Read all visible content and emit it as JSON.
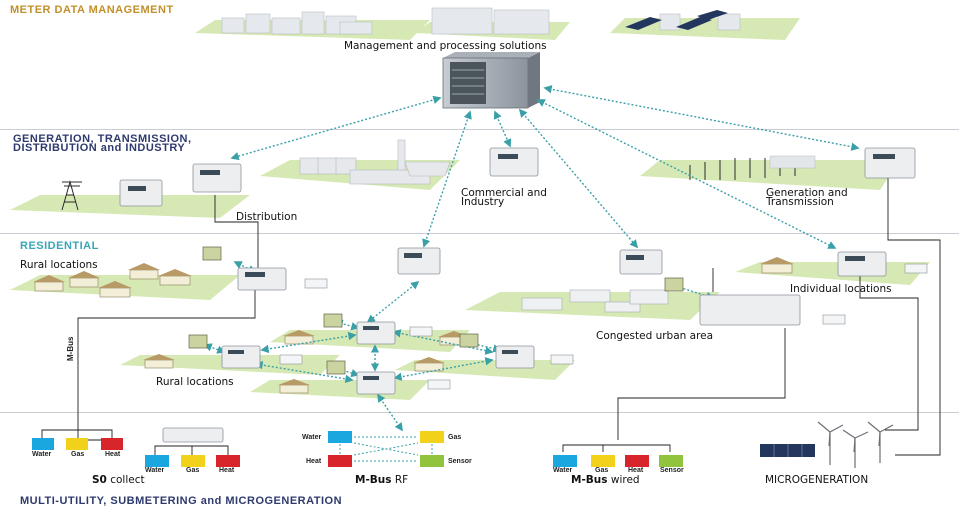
{
  "sections": {
    "mdm": "METER DATA MANAGEMENT",
    "gen": "GENERATION, TRANSMISSION,",
    "gen2": "DISTRIBUTION and INDUSTRY",
    "res": "RESIDENTIAL",
    "multi": "MULTI-UTILITY, SUBMETERING and MICROGENERATION"
  },
  "labels": {
    "management": "Management and processing solutions",
    "commercial1": "Commercial and",
    "commercial2": "Industry",
    "generation1": "Generation and",
    "generation2": "Transmission",
    "distribution": "Distribution",
    "rural_top": "Rural locations",
    "rural_bottom": "Rural locations",
    "individual": "Individual locations",
    "congested": "Congested urban area",
    "mbus_vertical": "M-Bus",
    "s0": "S0",
    "s0_rest": " collect",
    "mbus_rf_a": "M-Bus",
    "mbus_rf_b": " RF",
    "mbus_wired_a": "M-Bus",
    "mbus_wired_b": " wired",
    "microgeneration": "MICROGENERATION"
  },
  "utilities": {
    "water": "Water",
    "gas": "Gas",
    "heat": "Heat",
    "sensor": "Sensor"
  },
  "colors": {
    "section_title": "#2e3a6e",
    "residential": "#3aa6b5",
    "arrow": "#3aa0a8",
    "ground": "#d8eab8",
    "water": "#1aa7e0",
    "gas": "#f2d11a",
    "heat": "#d8242b",
    "sensor": "#8fc43c"
  }
}
